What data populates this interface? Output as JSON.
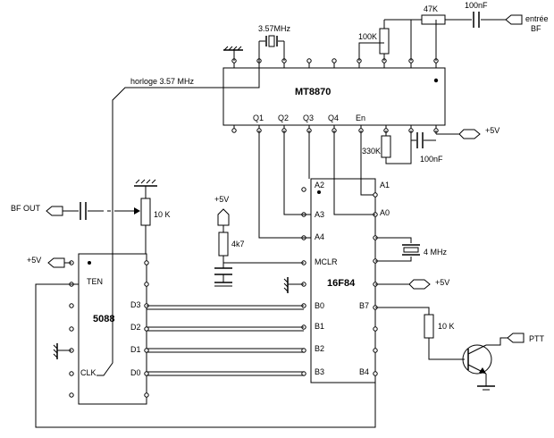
{
  "chips": {
    "dtmf_decoder": "MT8870",
    "mcu": "16F84",
    "dtmf_generator": "5088"
  },
  "crystals": {
    "decoder_crystal": "3.57MHz",
    "mcu_crystal": "4 MHz"
  },
  "labels": {
    "clock_label": "horloge 3.57 MHz",
    "input_label_line1": "entrée",
    "input_label_line2": "BF",
    "bf_out": "BF OUT",
    "ptt": "PTT",
    "plus5v": "+5V"
  },
  "components": {
    "r_47k": "47K",
    "c_100nf_top": "100nF",
    "r_100k": "100K",
    "r_330k": "330K",
    "c_100nf_bottom": "100nF",
    "pot_10k": "10 K",
    "r_4k7": "4k7",
    "r_10k": "10 K"
  },
  "mt8870_pins": {
    "q1": "Q1",
    "q2": "Q2",
    "q3": "Q3",
    "q4": "Q4",
    "en": "En"
  },
  "pic_pins": {
    "a2": "A2",
    "a3": "A3",
    "a4": "A4",
    "mclr": "MCLR",
    "b0": "B0",
    "b1": "B1",
    "b2": "B2",
    "b3": "B3",
    "a1": "A1",
    "a0": "A0",
    "b7": "B7",
    "b4": "B4"
  },
  "gen_pins": {
    "ten": "TEN",
    "d3": "D3",
    "d2": "D2",
    "d1": "D1",
    "d0": "D0",
    "clk": "CLK"
  }
}
